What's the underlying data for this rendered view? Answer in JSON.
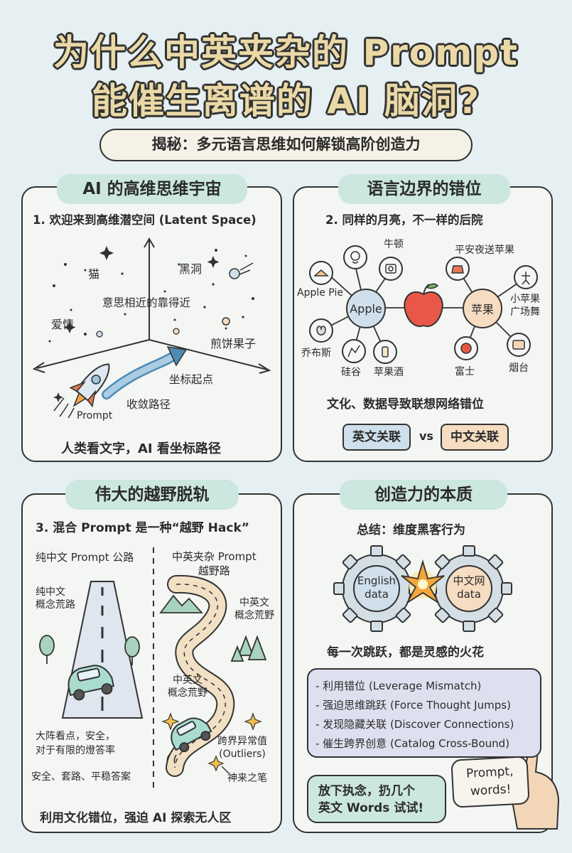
{
  "header": {
    "title_line1": "为什么中英夹杂的 Prompt",
    "title_line2": "能催生离谱的 AI 脑洞?",
    "subtitle": "揭秘：多元语言思维如何解锁高阶创造力"
  },
  "panel1": {
    "heading": "AI 的高维思维宇宙",
    "subheading": "1. 欢迎来到高维潜空间 (Latent Space)",
    "labels": {
      "cat": "猫",
      "blackhole": "黑洞",
      "near": "意思相近的靠得近",
      "love": "爱情",
      "jianbing": "煎饼果子",
      "origin": "坐标起点",
      "converge": "收敛路径",
      "prompt": "Prompt"
    },
    "footer": "人类看文字，AI 看坐标路径"
  },
  "panel2": {
    "heading": "语言边界的错位",
    "subheading": "2. 同样的月亮，不一样的后院",
    "en_center": "Apple",
    "zh_center": "苹果",
    "en_nodes": {
      "newton": "牛顿",
      "pie": "Apple Pie",
      "jobs": "乔布斯",
      "silicon": "硅谷",
      "cider": "苹果酒"
    },
    "zh_nodes": {
      "christmas": "平安夜送苹果",
      "dance": "小苹果\n广场舞",
      "fuji": "富士",
      "yantai": "烟台"
    },
    "caption": "文化、数据导致联想网络错位",
    "tag_en": "英文关联",
    "vs": "vs",
    "tag_zh": "中文关联"
  },
  "panel3": {
    "heading": "伟大的越野脱轨",
    "subheading": "3. 混合 Prompt 是一种“越野 Hack”",
    "left_title": "纯中文 Prompt 公路",
    "left_wild": "纯中文\n概念荒路",
    "left_note": "大阵看点，安全，\n对于有限的燈答率",
    "left_bottom": "安全、套路、平稳答案",
    "right_title": "中英夹杂 Prompt\n越野路",
    "right_wild1": "中英文\n概念荒野",
    "right_wild2": "中英文\n概念荒野",
    "outliers": "跨界异常值\n(Outliers)",
    "divine": "神来之笔",
    "footer": "利用文化错位，强迫 AI 探索无人区"
  },
  "panel4": {
    "heading": "创造力的本质",
    "summary": "总结：维度黑客行为",
    "gear_en": "English\ndata",
    "gear_zh": "中文网\ndata",
    "spark": "每一次跳跃，都是灵感的火花",
    "list": [
      "- 利用错位 (Leverage Mismatch)",
      "- 强迫思维跳跃 (Force Thought Jumps)",
      "- 发现隐藏关联 (Discover Connections)",
      "- 催生跨界创意 (Catalog Cross-Bound)"
    ],
    "cta": "放下执念，扔几个\n英文 Words 试试!",
    "card": "Prompt,\nwords!"
  },
  "colors": {
    "background": "#e6f0f2",
    "title_fill": "#ead9a6",
    "mint": "#cbe7df",
    "peach": "#f6dcc1",
    "blue": "#cfe0ec",
    "ink": "#333333"
  }
}
